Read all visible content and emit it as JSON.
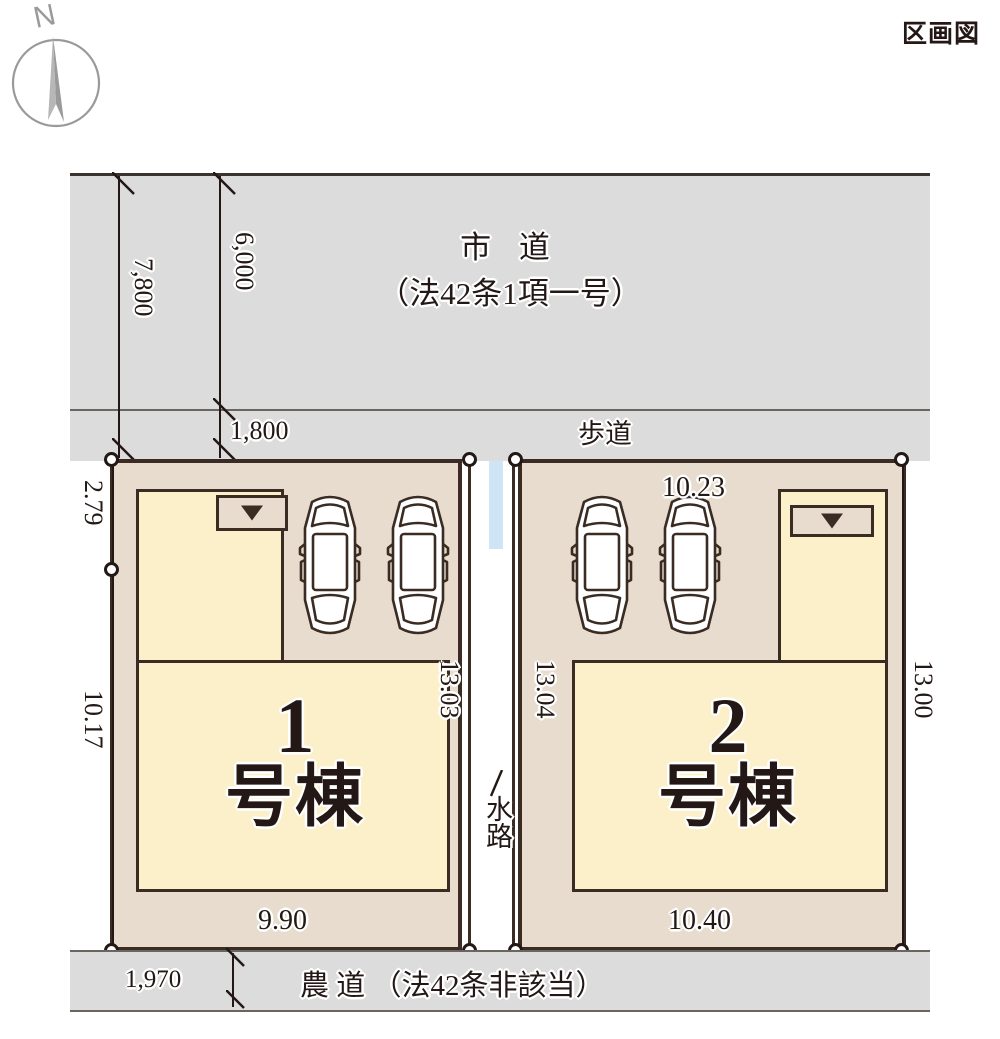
{
  "title": "区画図",
  "compass": {
    "label": "N",
    "icon": "compass-north-icon"
  },
  "roads": {
    "north": {
      "name": "市 道",
      "spec": "（法42条1項一号）",
      "sidewalk_label": "歩道",
      "total_width": "7,800",
      "carriageway_width": "6,000",
      "sidewalk_width": "1,800"
    },
    "south": {
      "name": "農 道 （法42条非該当）",
      "width": "1,970"
    }
  },
  "waterway": {
    "label": "水路"
  },
  "plots": [
    {
      "id": "plot-1",
      "number": "1",
      "suffix": "号棟",
      "dimensions": {
        "north": "",
        "south": "9.90",
        "east": "13.03",
        "west_upper": "2.79",
        "west_lower": "10.17"
      },
      "parking_spaces": 2,
      "entrance_marker": "▼"
    },
    {
      "id": "plot-2",
      "number": "2",
      "suffix": "号棟",
      "dimensions": {
        "north": "10.23",
        "south": "10.40",
        "west": "13.04",
        "east": "13.00"
      },
      "parking_spaces": 2,
      "entrance_marker": "▼"
    }
  ],
  "colors": {
    "plot_fill": "#e7dccd",
    "house_fill": "#fcf0cb",
    "road_fill": "#dcdcdc",
    "water_fill": "#cfe4f5",
    "outline": "#3a2c22",
    "text": "#231815"
  }
}
